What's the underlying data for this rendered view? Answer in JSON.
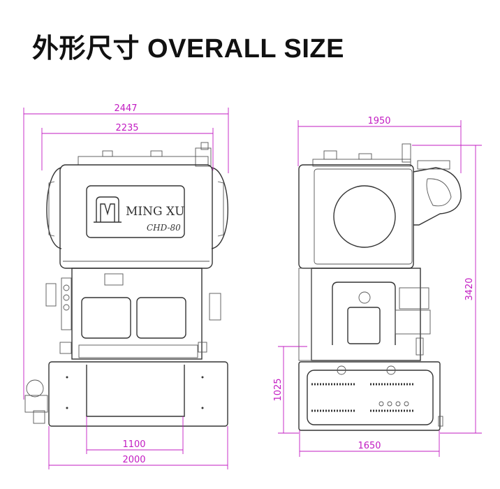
{
  "title": "外形尺寸 OVERALL SIZE",
  "machine": {
    "brand": "MING XU",
    "model": "CHD-80"
  },
  "dimensions": {
    "front_overall_width": "2447",
    "front_body_width": "2235",
    "front_bolster_width": "1100",
    "front_base_width": "2000",
    "side_top_depth": "1950",
    "side_total_height": "3420",
    "side_base_height": "1025",
    "side_base_depth": "1650"
  },
  "colors": {
    "dimension": "#c21bc2",
    "outline": "#333333"
  }
}
